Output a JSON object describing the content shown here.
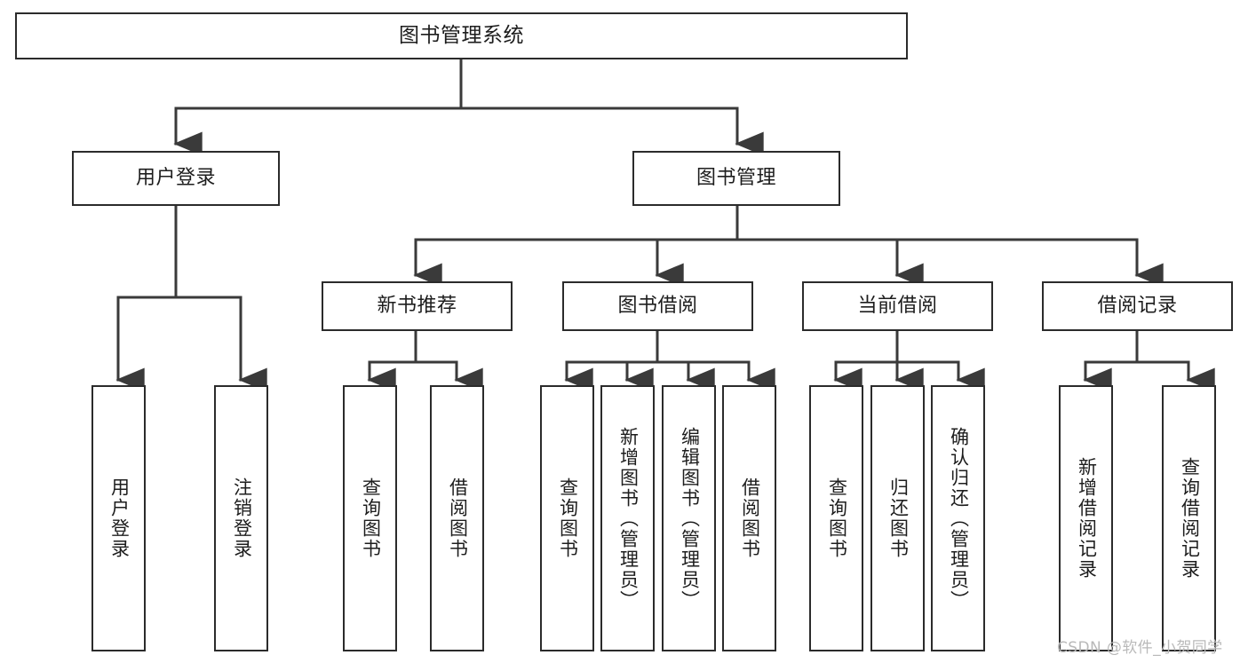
{
  "diagram": {
    "type": "tree-hierarchy",
    "title": "图书管理系统",
    "orientation": "top-down",
    "colors": {
      "box_border": "#2b2b2b",
      "box_fill": "#ffffff",
      "edge": "#3a3a3a",
      "text": "#1d1d1d",
      "watermark": "#b9b9b9",
      "background": "#ffffff"
    },
    "levels": 4
  },
  "nodes": {
    "root": {
      "label": "图书管理系统",
      "orientation": "horizontal"
    },
    "level2": [
      {
        "id": "user-login",
        "label": "用户登录",
        "orientation": "horizontal"
      },
      {
        "id": "book-manage",
        "label": "图书管理",
        "orientation": "horizontal"
      }
    ],
    "level3": [
      {
        "id": "new-book-recommend",
        "label": "新书推荐",
        "orientation": "horizontal"
      },
      {
        "id": "book-borrow",
        "label": "图书借阅",
        "orientation": "horizontal"
      },
      {
        "id": "current-borrow",
        "label": "当前借阅",
        "orientation": "horizontal"
      },
      {
        "id": "borrow-record",
        "label": "借阅记录",
        "orientation": "horizontal"
      }
    ],
    "leaves": {
      "user_login": [
        {
          "id": "leaf-user-login",
          "label": "用户登录",
          "orientation": "vertical"
        },
        {
          "id": "leaf-logout-login",
          "label": "注销登录",
          "orientation": "vertical"
        }
      ],
      "new_book_recommend": [
        {
          "id": "leaf-query-book-1",
          "label": "查询图书",
          "orientation": "vertical"
        },
        {
          "id": "leaf-borrow-book-1",
          "label": "借阅图书",
          "orientation": "vertical"
        }
      ],
      "book_borrow": [
        {
          "id": "leaf-query-book-2",
          "label": "查询图书",
          "orientation": "vertical"
        },
        {
          "id": "leaf-add-book",
          "label": "新增图书（管理员）",
          "orientation": "vertical"
        },
        {
          "id": "leaf-edit-book",
          "label": "编辑图书（管理员）",
          "orientation": "vertical"
        },
        {
          "id": "leaf-borrow-book-2",
          "label": "借阅图书",
          "orientation": "vertical"
        }
      ],
      "current_borrow": [
        {
          "id": "leaf-query-book-3",
          "label": "查询图书",
          "orientation": "vertical"
        },
        {
          "id": "leaf-return-book",
          "label": "归还图书",
          "orientation": "vertical"
        },
        {
          "id": "leaf-confirm-return",
          "label": "确认归还（管理员）",
          "orientation": "vertical"
        }
      ],
      "borrow_record": [
        {
          "id": "leaf-add-record",
          "label": "新增借阅记录",
          "orientation": "vertical"
        },
        {
          "id": "leaf-query-record",
          "label": "查询借阅记录",
          "orientation": "vertical"
        }
      ]
    }
  },
  "watermark": {
    "text": "CSDN @软件_小贺同学"
  }
}
